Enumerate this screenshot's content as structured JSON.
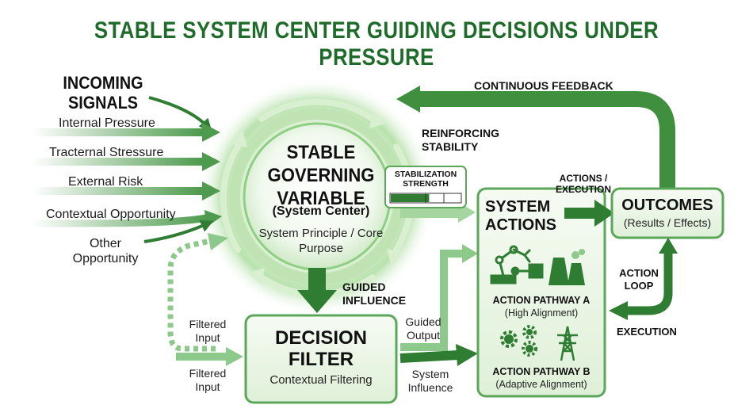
{
  "title": "STABLE SYSTEM CENTER GUIDING DECISIONS UNDER PRESSURE",
  "incoming": {
    "heading": "INCOMING SIGNALS",
    "signals": [
      "Internal Pressure",
      "Tracternal Stressure",
      "External Risk",
      "Contextual Opportunity",
      "Other Opportunity"
    ]
  },
  "center": {
    "title": "STABLE GOVERNING VARIABLE",
    "subtitle": "(System Center)",
    "description": "System Principle / Core Purpose"
  },
  "reinforcing": "REINFORCING STABILITY",
  "stabilization": {
    "label": "STABILIZATION STRENGTH",
    "level": 0.55
  },
  "continuous_feedback": "CONTINUOUS FEEDBACK",
  "guided_influence": "GUIDED INFLUENCE",
  "decision_filter": {
    "title": "DECISION FILTER",
    "subtitle": "Contextual Filtering"
  },
  "filtered_input_top": "Filtered Input",
  "filtered_input_bottom": "Filtered Input",
  "guided_output": "Guided Output",
  "system_influence": "System Influence",
  "actions_execution": "ACTIONS / EXECUTION",
  "system_actions": {
    "title": "SYSTEM ACTIONS",
    "pathway_a": {
      "title": "ACTION PATHWAY A",
      "subtitle": "(High Alignment)"
    },
    "pathway_b": {
      "title": "ACTION PATHWAY B",
      "subtitle": "(Adaptive Alignment)"
    }
  },
  "outcomes": {
    "title": "OUTCOMES",
    "subtitle": "(Results / Effects)"
  },
  "action_loop": "ACTION LOOP",
  "execution": "EXECUTION",
  "colors": {
    "dark_green": "#2e7d32",
    "mid_green": "#5aa75a",
    "light_green": "#a5d6a0",
    "title_green": "#1f6b2a"
  }
}
